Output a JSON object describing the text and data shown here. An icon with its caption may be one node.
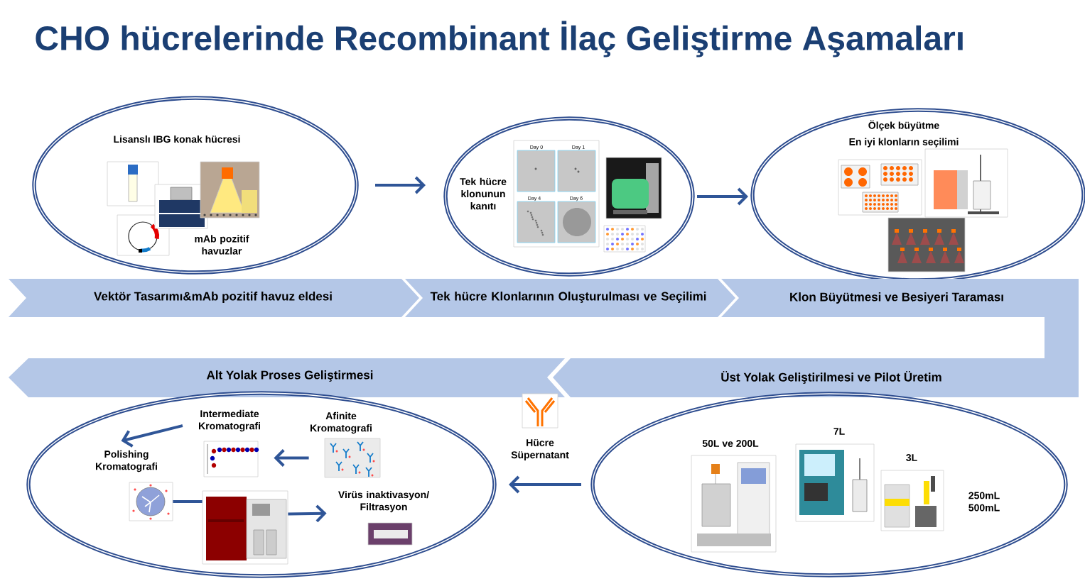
{
  "diagram": {
    "title": "CHO hücrelerinde Recombinant İlaç Geliştirme Aşamaları",
    "nodes": [
      {
        "text": [
          "Lisanslı IBG konak hücresi",
          "mAb pozitif havuzlar"
        ]
      },
      {
        "text": [
          "Tek hücre klonunun kanıtı"
        ]
      },
      {
        "text": [
          "Ölçek büyütme",
          "En iyi klonların seçilimi"
        ]
      },
      {
        "text": [
          "Vektör Tasarımı&mAb pozitif havuz eldesi"
        ]
      },
      {
        "text": [
          "Tek hücre Klonlarının Oluşturulması ve Seçilimi"
        ]
      },
      {
        "text": [
          "Klon Büyütmesi ve Besiyeri Taraması"
        ]
      },
      {
        "text": [
          "Alt Yolak Proses Geliştirmesi"
        ]
      },
      {
        "text": [
          "Üst Yolak Geliştirilmesi ve Pilot Üretim"
        ]
      },
      {
        "text": [],
        "shape": "ellipse"
      },
      {
        "text": [
          "Intermediate Kromatografi"
        ],
        "in": 8
      },
      {
        "text": [
          "Afinite Kromatografi"
        ],
        "in": 8
      },
      {
        "text": [
          "Polishing Kromatografi"
        ],
        "in": 8
      },
      {
        "text": [],
        "shape": "picture",
        "in": 8
      },
      {
        "text": [
          "Virüs inaktivasyon/ Filtrasyon"
        ],
        "in": 8
      },
      {
        "text": [
          "50L ve 200L",
          "7L",
          "3L",
          "250mL 500mL"
        ]
      }
    ],
    "edges": [
      {
        "from": 0,
        "to": 1,
        "arrow": "to"
      },
      {
        "from": 1,
        "to": 2,
        "arrow": "to"
      },
      {
        "from": 14,
        "to": 8,
        "arrow": "to"
      },
      {
        "from": 10,
        "to": 9,
        "arrow": "to"
      },
      {
        "from": 9,
        "to": 11,
        "arrow": "to"
      },
      {
        "from": 11,
        "to": 12,
        "arrow": "none"
      },
      {
        "from": 12,
        "to": 13,
        "arrow": "to"
      }
    ],
    "labels": [
      "Day 0",
      "Day 1",
      "Day 4",
      "Day 6",
      "Hücre Süpernatant"
    ]
  }
}
